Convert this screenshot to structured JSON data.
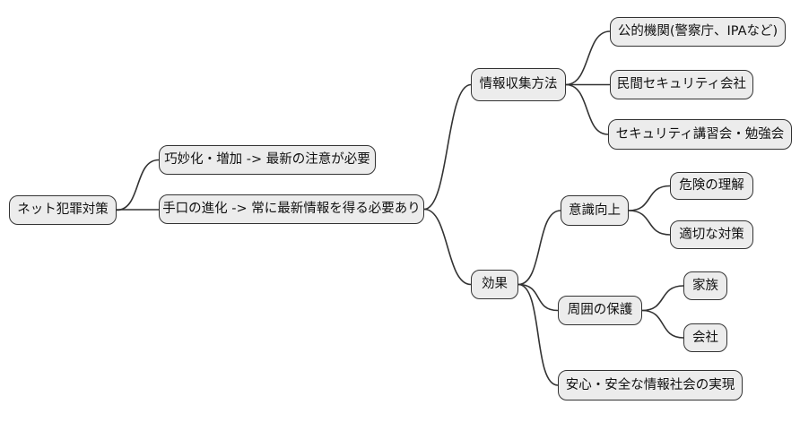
{
  "diagram": {
    "type": "mindmap",
    "topic": "ネット犯罪対策",
    "colors": {
      "background": "#ffffff",
      "node_fill": "#ececec",
      "node_border": "#333333",
      "edge": "#333333",
      "text": "#111111"
    },
    "nodes": {
      "root": "ネット犯罪対策",
      "sophistication": "巧妙化・増加 -> 最新の注意が必要",
      "evolving_methods": "手口の進化 -> 常に最新情報を得る必要あり",
      "info_gathering": "情報収集方法",
      "public_institutions": "公的機関(警察庁、IPAなど)",
      "private_security": "民間セキュリティ会社",
      "seminars": "セキュリティ講習会・勉強会",
      "effects": "効果",
      "awareness": "意識向上",
      "risk_understanding": "危険の理解",
      "proper_measures": "適切な対策",
      "protect_others": "周囲の保護",
      "family": "家族",
      "company": "会社",
      "safe_society": "安心・安全な情報社会の実現"
    },
    "edges": [
      {
        "from": "root",
        "to": "sophistication"
      },
      {
        "from": "root",
        "to": "evolving_methods"
      },
      {
        "from": "evolving_methods",
        "to": "info_gathering"
      },
      {
        "from": "evolving_methods",
        "to": "effects"
      },
      {
        "from": "info_gathering",
        "to": "public_institutions"
      },
      {
        "from": "info_gathering",
        "to": "private_security"
      },
      {
        "from": "info_gathering",
        "to": "seminars"
      },
      {
        "from": "effects",
        "to": "awareness"
      },
      {
        "from": "effects",
        "to": "protect_others"
      },
      {
        "from": "effects",
        "to": "safe_society"
      },
      {
        "from": "awareness",
        "to": "risk_understanding"
      },
      {
        "from": "awareness",
        "to": "proper_measures"
      },
      {
        "from": "protect_others",
        "to": "family"
      },
      {
        "from": "protect_others",
        "to": "company"
      }
    ]
  }
}
